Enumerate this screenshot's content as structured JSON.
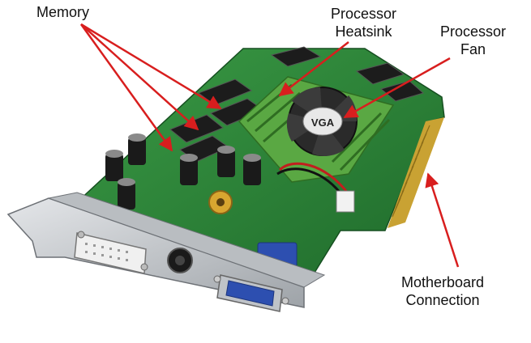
{
  "labels": {
    "memory": "Memory",
    "processor_heatsink": [
      "Processor",
      "Heatsink"
    ],
    "processor_fan": [
      "Processor",
      "Fan"
    ],
    "motherboard_connection": [
      "Motherboard",
      "Connection"
    ]
  },
  "chip_logo": "VGA",
  "colors": {
    "arrow": "#d81e1e",
    "pcb": "#2f8a3a",
    "pcb_dark": "#1e6b2a",
    "bracket": "#c9ccd0",
    "heatsink": "#5aa843",
    "gold": "#d8b437",
    "vga_port": "#2d4fb0",
    "label_text": "#111111"
  }
}
